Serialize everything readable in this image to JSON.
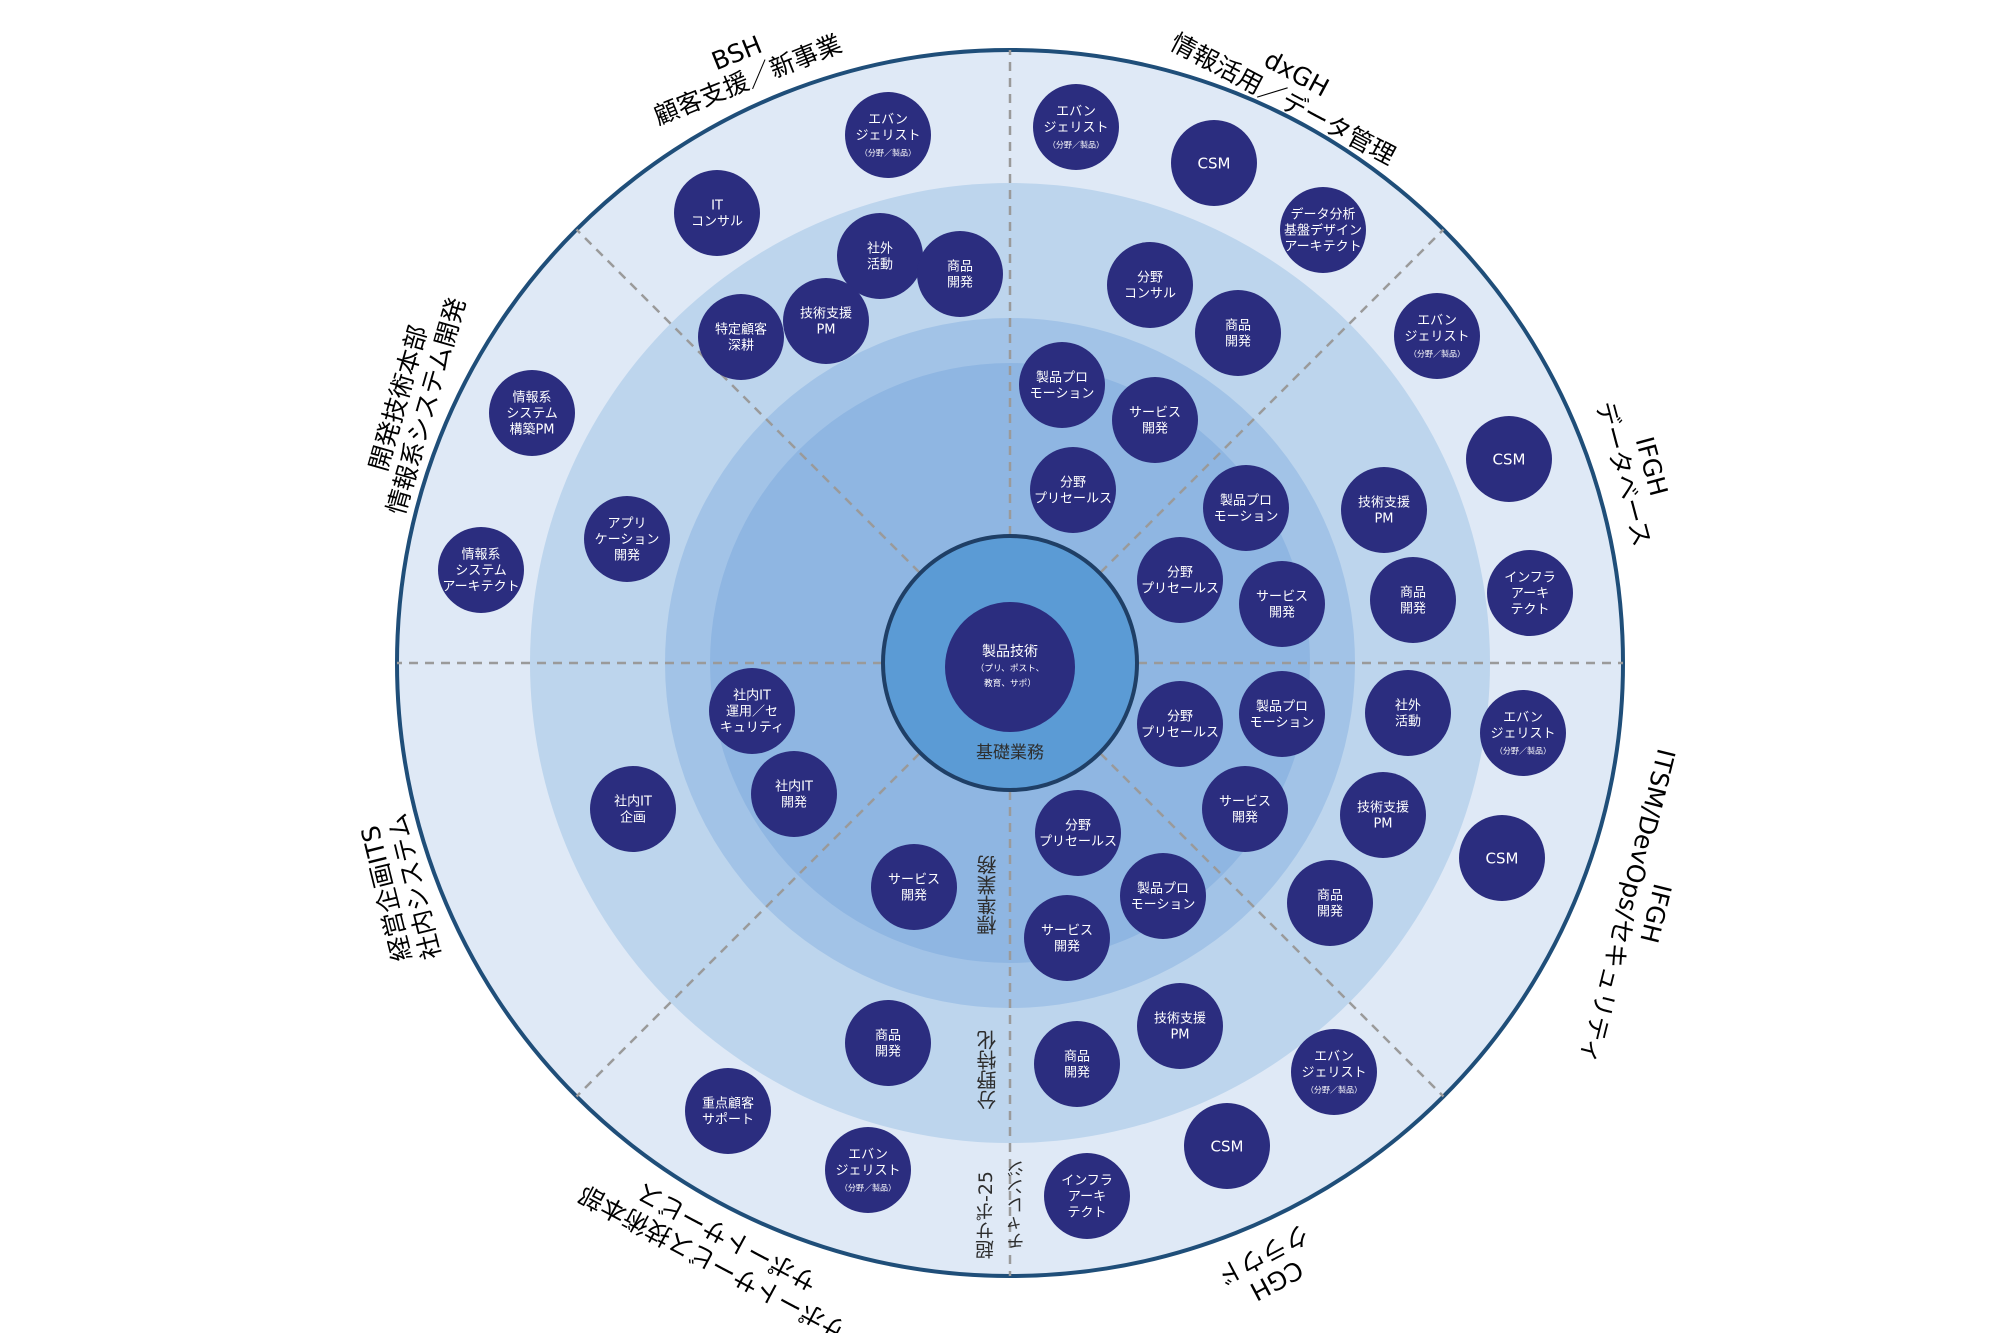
{
  "colors": {
    "outer_ring": "#dfe9f6",
    "ring2": "#bdd5ed",
    "ring3": "#a2c3e7",
    "ring4": "#8fb6e2",
    "core": "#5b9bd5",
    "core_stroke": "#1f3f66",
    "outer_stroke": "#1f4e79",
    "node": "#2b2d7f",
    "divider": "#9a9a9a"
  },
  "center": {
    "node_lines": [
      "製品技術",
      "（プリ、ポスト、",
      "教育、サポ）"
    ],
    "ring_label": "基礎業務"
  },
  "ring_labels": [
    {
      "id": "standard",
      "text": "標準業務"
    },
    {
      "id": "field",
      "text": "分野特化"
    },
    {
      "id": "challenge_1",
      "text": "超サポ-25"
    },
    {
      "id": "challenge_2",
      "text": "チャレンジ"
    }
  ],
  "departments": [
    {
      "id": "bsh",
      "lines": [
        "BSH",
        "顧客支援／新事業"
      ]
    },
    {
      "id": "dxgh",
      "lines": [
        "dxGH",
        "情報活用／データ管理"
      ]
    },
    {
      "id": "ifgh-db",
      "lines": [
        "IFGH",
        "データベース"
      ]
    },
    {
      "id": "ifgh-itsm",
      "lines": [
        "IFGH",
        "ITSM/DevOps/セキュリティ"
      ]
    },
    {
      "id": "cgh",
      "lines": [
        "CGH",
        "クラウド"
      ]
    },
    {
      "id": "support",
      "lines": [
        "サポートサービス技術本部",
        "サポートサービス"
      ]
    },
    {
      "id": "its",
      "lines": [
        "経営企画ITS",
        "社内システム"
      ]
    },
    {
      "id": "dev",
      "lines": [
        "開発技術本部",
        "情報系システム開発"
      ]
    }
  ],
  "nodes": [
    {
      "id": "bsh-evangelist",
      "lines": [
        "エバン",
        "ジェリスト",
        "（分野／製品）"
      ]
    },
    {
      "id": "bsh-it-consul",
      "lines": [
        "IT",
        "コンサル"
      ]
    },
    {
      "id": "bsh-social",
      "lines": [
        "社外",
        "活動"
      ]
    },
    {
      "id": "bsh-product-dev",
      "lines": [
        "商品",
        "開発"
      ]
    },
    {
      "id": "bsh-tech-pm",
      "lines": [
        "技術支援",
        "PM"
      ]
    },
    {
      "id": "bsh-key-customer",
      "lines": [
        "特定顧客",
        "深耕"
      ]
    },
    {
      "id": "dx-evangelist",
      "lines": [
        "エバン",
        "ジェリスト",
        "（分野／製品）"
      ]
    },
    {
      "id": "dx-csm",
      "lines": [
        "CSM"
      ]
    },
    {
      "id": "dx-data-architect",
      "lines": [
        "データ分析",
        "基盤デザイン",
        "アーキテクト"
      ]
    },
    {
      "id": "dx-field-consul",
      "lines": [
        "分野",
        "コンサル"
      ]
    },
    {
      "id": "dx-product-dev",
      "lines": [
        "商品",
        "開発"
      ]
    },
    {
      "id": "dx-promo",
      "lines": [
        "製品プロ",
        "モーション"
      ]
    },
    {
      "id": "dx-service-dev",
      "lines": [
        "サービス",
        "開発"
      ]
    },
    {
      "id": "dx-presales",
      "lines": [
        "分野",
        "プリセールス"
      ]
    },
    {
      "id": "db-evangelist",
      "lines": [
        "エバン",
        "ジェリスト",
        "（分野／製品）"
      ]
    },
    {
      "id": "db-csm",
      "lines": [
        "CSM"
      ]
    },
    {
      "id": "db-infra",
      "lines": [
        "インフラ",
        "アーキ",
        "テクト"
      ]
    },
    {
      "id": "db-tech-pm",
      "lines": [
        "技術支援",
        "PM"
      ]
    },
    {
      "id": "db-product-dev",
      "lines": [
        "商品",
        "開発"
      ]
    },
    {
      "id": "db-promo",
      "lines": [
        "製品プロ",
        "モーション"
      ]
    },
    {
      "id": "db-presales",
      "lines": [
        "分野",
        "プリセールス"
      ]
    },
    {
      "id": "db-service-dev",
      "lines": [
        "サービス",
        "開発"
      ]
    },
    {
      "id": "itsm-evangelist",
      "lines": [
        "エバン",
        "ジェリスト",
        "（分野／製品）"
      ]
    },
    {
      "id": "itsm-csm",
      "lines": [
        "CSM"
      ]
    },
    {
      "id": "itsm-social",
      "lines": [
        "社外",
        "活動"
      ]
    },
    {
      "id": "itsm-tech-pm",
      "lines": [
        "技術支援",
        "PM"
      ]
    },
    {
      "id": "itsm-product-dev",
      "lines": [
        "商品",
        "開発"
      ]
    },
    {
      "id": "itsm-promo",
      "lines": [
        "製品プロ",
        "モーション"
      ]
    },
    {
      "id": "itsm-presales",
      "lines": [
        "分野",
        "プリセールス"
      ]
    },
    {
      "id": "itsm-service-dev",
      "lines": [
        "サービス",
        "開発"
      ]
    },
    {
      "id": "cgh-evangelist",
      "lines": [
        "エバン",
        "ジェリスト",
        "（分野／製品）"
      ]
    },
    {
      "id": "cgh-csm",
      "lines": [
        "CSM"
      ]
    },
    {
      "id": "cgh-infra",
      "lines": [
        "インフラ",
        "アーキ",
        "テクト"
      ]
    },
    {
      "id": "cgh-tech-pm",
      "lines": [
        "技術支援",
        "PM"
      ]
    },
    {
      "id": "cgh-product-dev",
      "lines": [
        "商品",
        "開発"
      ]
    },
    {
      "id": "cgh-presales",
      "lines": [
        "分野",
        "プリセールス"
      ]
    },
    {
      "id": "cgh-promo",
      "lines": [
        "製品プロ",
        "モーション"
      ]
    },
    {
      "id": "cgh-service-dev",
      "lines": [
        "サービス",
        "開発"
      ]
    },
    {
      "id": "sup-key-support",
      "lines": [
        "重点顧客",
        "サポート"
      ]
    },
    {
      "id": "sup-evangelist",
      "lines": [
        "エバン",
        "ジェリスト",
        "（分野／製品）"
      ]
    },
    {
      "id": "sup-product-dev",
      "lines": [
        "商品",
        "開発"
      ]
    },
    {
      "id": "sup-service-dev",
      "lines": [
        "サービス",
        "開発"
      ]
    },
    {
      "id": "its-planning",
      "lines": [
        "社内IT",
        "企画"
      ]
    },
    {
      "id": "its-operation",
      "lines": [
        "社内IT",
        "運用／セ",
        "キュリティ"
      ]
    },
    {
      "id": "its-dev",
      "lines": [
        "社内IT",
        "開発"
      ]
    },
    {
      "id": "dev-pm",
      "lines": [
        "情報系",
        "システム",
        "構築PM"
      ]
    },
    {
      "id": "dev-architect",
      "lines": [
        "情報系",
        "システム",
        "アーキテクト"
      ]
    },
    {
      "id": "dev-app-dev",
      "lines": [
        "アプリ",
        "ケーション",
        "開発"
      ]
    }
  ]
}
